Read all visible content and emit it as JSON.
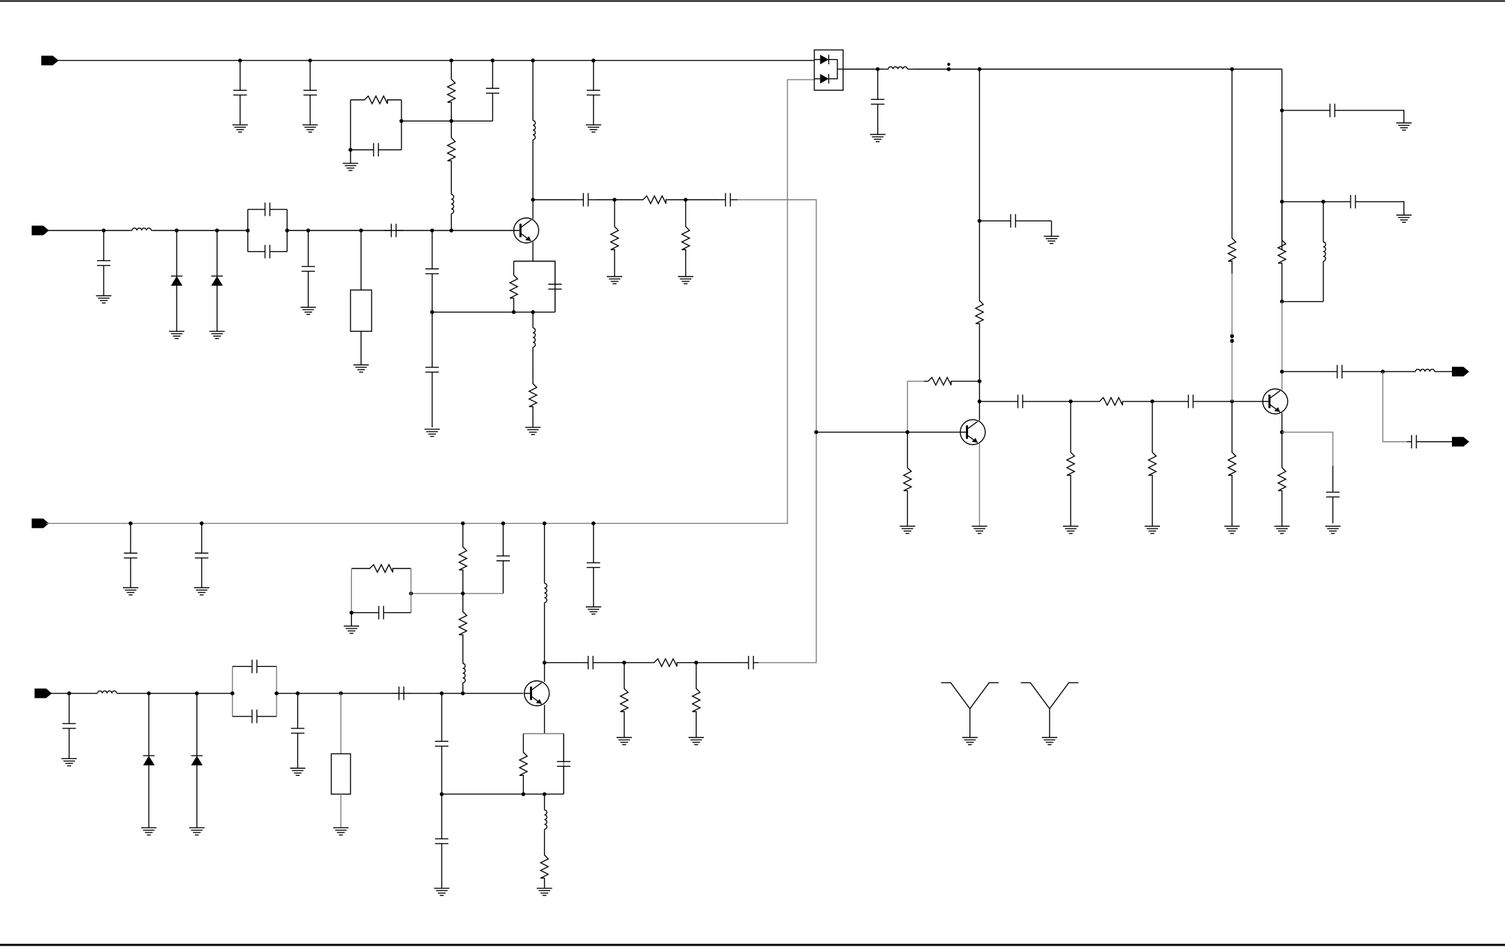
{
  "diagram": {
    "type": "circuit-schematic",
    "text_labels": [],
    "colors": {
      "wire": "#000000",
      "light_wire": "#7a7a7a",
      "background": "#ffffff"
    },
    "ports": [
      {
        "name": "port-in-1",
        "icon": "port-arrow-right-icon"
      },
      {
        "name": "port-in-2",
        "icon": "port-arrow-right-icon"
      },
      {
        "name": "port-in-3",
        "icon": "port-arrow-right-icon"
      },
      {
        "name": "port-in-4",
        "icon": "port-arrow-right-icon"
      },
      {
        "name": "port-out-1",
        "icon": "port-arrow-right-icon"
      },
      {
        "name": "port-out-2",
        "icon": "port-arrow-right-icon"
      }
    ],
    "component_types": [
      "resistor",
      "capacitor",
      "inductor",
      "diode",
      "npn-transistor",
      "ground",
      "dual-diode",
      "antenna"
    ]
  }
}
